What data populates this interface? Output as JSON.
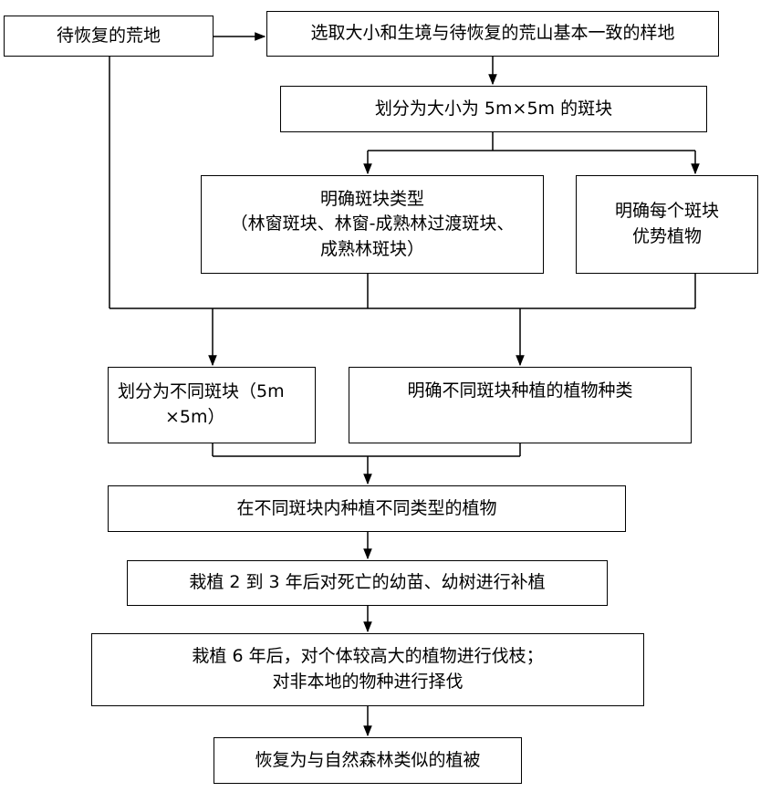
{
  "boxes": {
    "wasteland": [
      "待恢复的荒地"
    ],
    "select_plot": [
      "选取大小和生境与待恢复的荒山基本一致的样地"
    ],
    "divide_patch": [
      "划分为大小为 5m×5m 的斑块"
    ],
    "patch_type": [
      "明确斑块类型",
      "（林窗斑块、林窗-成熟林过渡斑块、",
      "成熟林斑块）"
    ],
    "dominant_plant": [
      "明确每个斑块",
      "优势植物"
    ],
    "divide_diff": [
      "划分为不同斑块（5m",
      "×5m）"
    ],
    "species": [
      "明确不同斑块种植的植物种类"
    ],
    "plant": [
      "在不同斑块内种植不同类型的植物"
    ],
    "replant": [
      "栽植 2 到 3 年后对死亡的幼苗、幼树进行补植"
    ],
    "prune": [
      "栽植 6 年后，对个体较高大的植物进行伐枝；",
      "对非本地的物种进行择伐"
    ],
    "restore": [
      "恢复为与自然森林类似的植被"
    ]
  }
}
